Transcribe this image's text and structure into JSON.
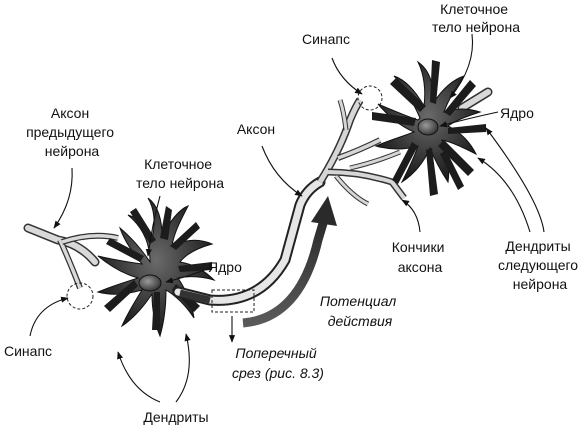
{
  "labels": {
    "axon_previous": [
      "Аксон",
      "предыдущего",
      "нейрона"
    ],
    "cell_body_left": [
      "Клеточное",
      "тело нейрона"
    ],
    "nucleus_left": "Ядро",
    "synapse_left": "Синапс",
    "dendrites_left": "Дендриты",
    "axon": "Аксон",
    "cross_section": [
      "Поперечный",
      "срез (рис. 8.3)"
    ],
    "action_potential": [
      "Потенциал",
      "действия"
    ],
    "synapse_right": "Синапс",
    "cell_body_right": [
      "Клеточное",
      "тело нейрона"
    ],
    "nucleus_right": "Ядро",
    "axon_terminals": [
      "Кончики",
      "аксона"
    ],
    "dendrites_next": [
      "Дендриты",
      "следующего",
      "нейрона"
    ]
  }
}
